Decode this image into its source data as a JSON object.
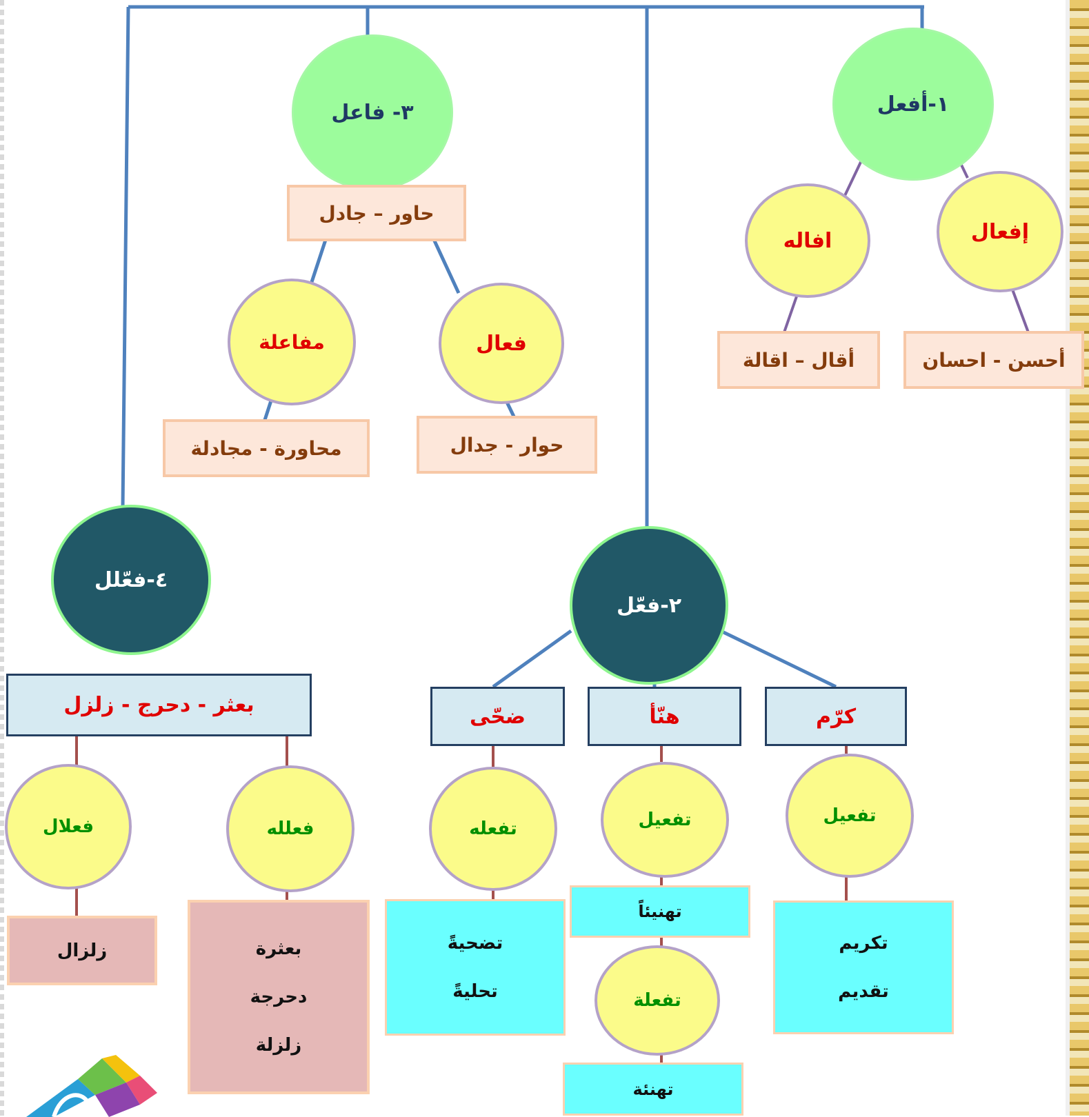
{
  "colors": {
    "green_node": "#9cfc9c",
    "dark_node": "#215867",
    "yellow_node": "#fbfb8a",
    "peach_box": "#fde7da",
    "light_blue_box": "#d6eaf2",
    "cyan_box": "#6affff",
    "rose_box": "#e5b8b7",
    "red_text": "#e00000",
    "navy_text": "#1f3864",
    "brown_text": "#843c0c",
    "green_text": "#008f00",
    "connector": "#4f81bd"
  },
  "b1": {
    "title": "١-أفعل",
    "left": {
      "label": "إفعال",
      "example": "أحسن - احسان"
    },
    "right": {
      "label": "افاله",
      "example": "أقال – اقالة"
    }
  },
  "b2": {
    "title": "٢-فعّل",
    "groups": [
      {
        "verb": "كرّم",
        "pattern": "تفعيل",
        "examples": [
          "تكريم",
          "تقديم"
        ]
      },
      {
        "verb": "هنّأ",
        "pattern": "تفعيل",
        "example": "تهنيئاً",
        "pattern2": "تفعلة",
        "example2": "تهنئة"
      },
      {
        "verb": "ضحّى",
        "pattern": "تفعله",
        "examples": [
          "تضحيةً",
          "تحليةً"
        ]
      }
    ]
  },
  "b3": {
    "title": "٣- فاعل",
    "verbs": "حاور – جادل",
    "right": {
      "label": "فعال",
      "example": "حوار - جدال"
    },
    "left": {
      "label": "مفاعلة",
      "example": "محاورة - مجادلة"
    }
  },
  "b4": {
    "title": "٤-فعّلل",
    "verbs": "بعثر -  دحرج -  زلزل",
    "right": {
      "label": "فعلله",
      "examples": [
        "بعثرة",
        "دحرجة",
        "زلزلة"
      ]
    },
    "left": {
      "label": "فعلال",
      "example": "زلزال"
    }
  },
  "icons": {
    "logo": "colorful-logo-icon",
    "border": "ornamental-border-icon"
  }
}
